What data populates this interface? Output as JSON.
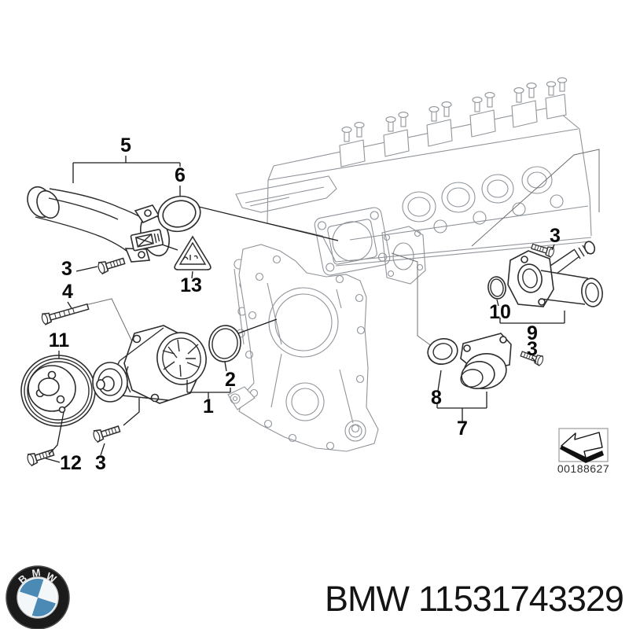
{
  "diagram": {
    "type": "parts-exploded-diagram",
    "drawing_number": "00188627",
    "callouts": [
      {
        "label": "5"
      },
      {
        "label": "6"
      },
      {
        "label": "3"
      },
      {
        "label": "13"
      },
      {
        "label": "4"
      },
      {
        "label": "11"
      },
      {
        "label": "12"
      },
      {
        "label": "3"
      },
      {
        "label": "1"
      },
      {
        "label": "2"
      },
      {
        "label": "3"
      },
      {
        "label": "10"
      },
      {
        "label": "9"
      },
      {
        "label": "3"
      },
      {
        "label": "8"
      },
      {
        "label": "7"
      }
    ]
  },
  "footer": {
    "brand": "BMW",
    "part_number": "11531743329"
  },
  "logo": {
    "letters": [
      "B",
      "M",
      "W"
    ]
  },
  "colors": {
    "part_line": "#2d2d2d",
    "engine_line": "#8f949a",
    "label": "#0a0a0a",
    "logo_blue": "#4a8ab5",
    "logo_ring": "#1b1b1b"
  }
}
